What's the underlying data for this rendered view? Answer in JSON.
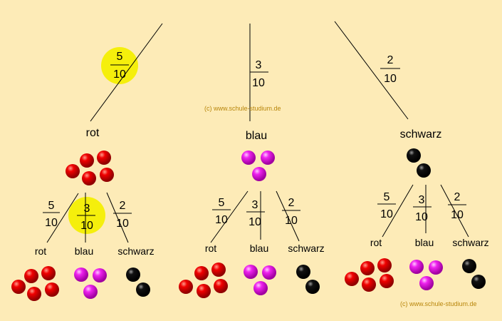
{
  "top_level": {
    "branches": [
      {
        "name": "rot",
        "numerator": "5",
        "denominator": "10",
        "highlighted": true
      },
      {
        "name": "blau",
        "numerator": "3",
        "denominator": "10",
        "highlighted": false
      },
      {
        "name": "schwarz",
        "numerator": "2",
        "denominator": "10",
        "highlighted": false
      }
    ]
  },
  "second_level": [
    {
      "parent": "rot",
      "branches": [
        {
          "name": "rot",
          "numerator": "5",
          "denominator": "10",
          "highlighted": false
        },
        {
          "name": "blau",
          "numerator": "3",
          "denominator": "10",
          "highlighted": true
        },
        {
          "name": "schwarz",
          "numerator": "2",
          "denominator": "10",
          "highlighted": false
        }
      ]
    },
    {
      "parent": "blau",
      "branches": [
        {
          "name": "rot",
          "numerator": "5",
          "denominator": "10",
          "highlighted": false
        },
        {
          "name": "blau",
          "numerator": "3",
          "denominator": "10",
          "highlighted": false
        },
        {
          "name": "schwarz",
          "numerator": "2",
          "denominator": "10",
          "highlighted": false
        }
      ]
    },
    {
      "parent": "schwarz",
      "branches": [
        {
          "name": "rot",
          "numerator": "5",
          "denominator": "10",
          "highlighted": false
        },
        {
          "name": "blau",
          "numerator": "3",
          "denominator": "10",
          "highlighted": false
        },
        {
          "name": "schwarz",
          "numerator": "2",
          "denominator": "10",
          "highlighted": false
        }
      ]
    }
  ],
  "copyright_mid": "(c) www.schule-studium.de",
  "copyright_bottom": "(c) www.schule-studium.de",
  "colors": {
    "background": "#FDEBB7",
    "highlight": "#F5EF0C",
    "ball_red": "#E00000",
    "ball_magenta": "#E020E0",
    "ball_black": "#000000",
    "copyright": "#B8860B"
  }
}
